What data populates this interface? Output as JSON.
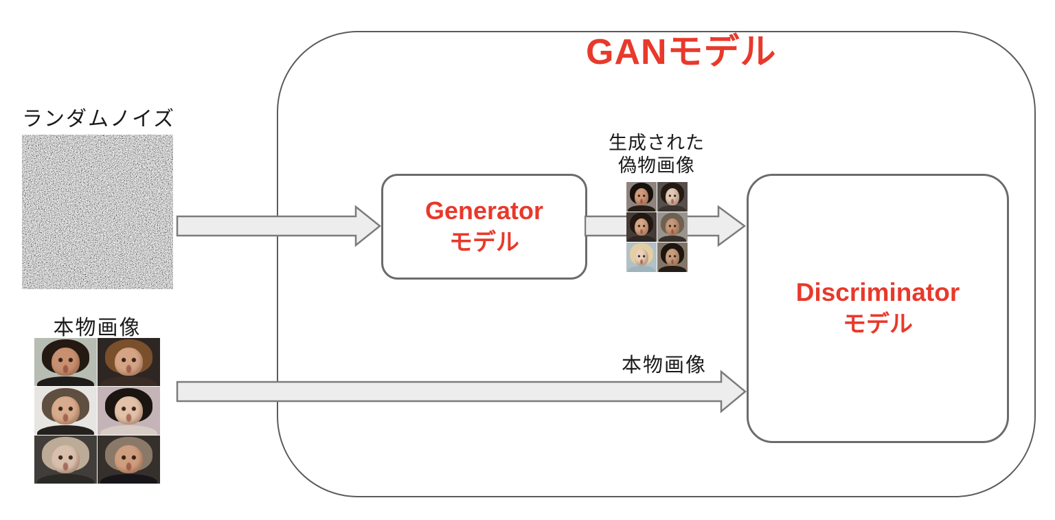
{
  "diagram": {
    "title": "GANモデル",
    "labels": {
      "random_noise": "ランダムノイズ",
      "real_images_left": "本物画像",
      "generated_fake_line1": "生成された",
      "generated_fake_line2": "偽物画像",
      "real_images_arrow": "本物画像"
    },
    "nodes": {
      "generator": {
        "name": "Generator",
        "suffix": "モデル"
      },
      "discriminator": {
        "name": "Discriminator",
        "suffix": "モデル"
      }
    },
    "colors": {
      "accent_red": "#e8392b",
      "box_border": "#6b6b6b",
      "container_border": "#5a5a5a",
      "arrow_fill": "#ededed",
      "arrow_stroke": "#7b7b7b",
      "label_text": "#1a1a1a"
    },
    "faces": {
      "real": [
        {
          "desc": "man-long-dark-hair-smiling",
          "bg": "#b8bdb4",
          "hair": "#241a12",
          "skin": "#c89070",
          "shirt": "#1f1c1a"
        },
        {
          "desc": "woman-long-brown-hair",
          "bg": "#2e2623",
          "hair": "#7a4f2c",
          "skin": "#d4a484",
          "shirt": "#3a2c24"
        },
        {
          "desc": "balding-man-goatee",
          "bg": "#e7e5e1",
          "hair": "#5f4f40",
          "skin": "#d7ab8c",
          "shirt": "#23201e"
        },
        {
          "desc": "woman-black-hair-pale",
          "bg": "#c4b4b8",
          "hair": "#1b1511",
          "skin": "#e2c1a8",
          "shirt": "#d8ccc6"
        },
        {
          "desc": "pale-man-short-light-hair",
          "bg": "#413d3a",
          "hair": "#bcab97",
          "skin": "#d9c0ad",
          "shirt": "#2b2926"
        },
        {
          "desc": "bald-man-smiling-suit",
          "bg": "#35302c",
          "hair": "#8a7968",
          "skin": "#cf9e7e",
          "shirt": "#17151a"
        }
      ],
      "fake": [
        {
          "desc": "woman-dark-bob",
          "bg": "#8e837d",
          "hair": "#17110d",
          "skin": "#cf9b7b",
          "shirt": "#241d18"
        },
        {
          "desc": "woman-short-dark-hair-pale",
          "bg": "#564f4b",
          "hair": "#241a13",
          "skin": "#e3cab6",
          "shirt": "#3a3330"
        },
        {
          "desc": "woman-wavy-dark-hair",
          "bg": "#453c37",
          "hair": "#221711",
          "skin": "#d6a686",
          "shirt": "#2f2722"
        },
        {
          "desc": "man-stubble-tan",
          "bg": "#99948f",
          "hair": "#6e6152",
          "skin": "#c69878",
          "shirt": "#35302b"
        },
        {
          "desc": "blonde-woman",
          "bg": "#b3c0c6",
          "hair": "#e3cfa2",
          "skin": "#ecd2bb",
          "shirt": "#9fb4bc"
        },
        {
          "desc": "woman-dark-hat",
          "bg": "#837668",
          "hair": "#1d150f",
          "skin": "#c79d7d",
          "shirt": "#241c16"
        }
      ]
    }
  }
}
